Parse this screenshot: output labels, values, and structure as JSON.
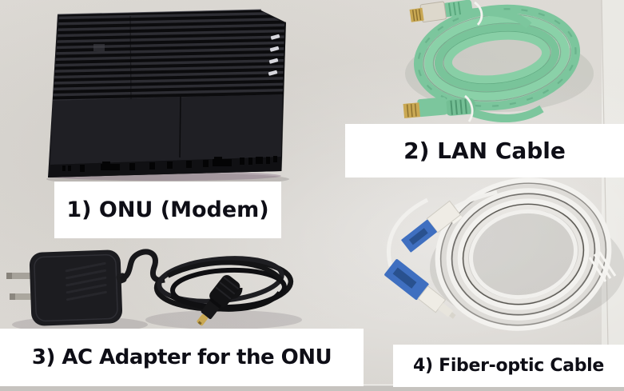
{
  "figure": {
    "items": [
      {
        "id": "onu-modem",
        "label": "1) ONU (Modem)"
      },
      {
        "id": "lan-cable",
        "label": "2) LAN Cable"
      },
      {
        "id": "ac-adapter",
        "label": "3) AC Adapter for the ONU"
      },
      {
        "id": "fiber-optic-cable",
        "label": "4) Fiber-optic Cable"
      }
    ],
    "colors": {
      "background": "#dcd9d4",
      "label_background": "#ffffff",
      "label_text": "#0e0e16",
      "device_black": "#17171b",
      "lan_cable_green": "#7cc69d",
      "fiber_cable_white": "#f3f2ef",
      "fiber_connector_blue": "#3f6fc0",
      "connector_gold": "#c9a853"
    }
  }
}
